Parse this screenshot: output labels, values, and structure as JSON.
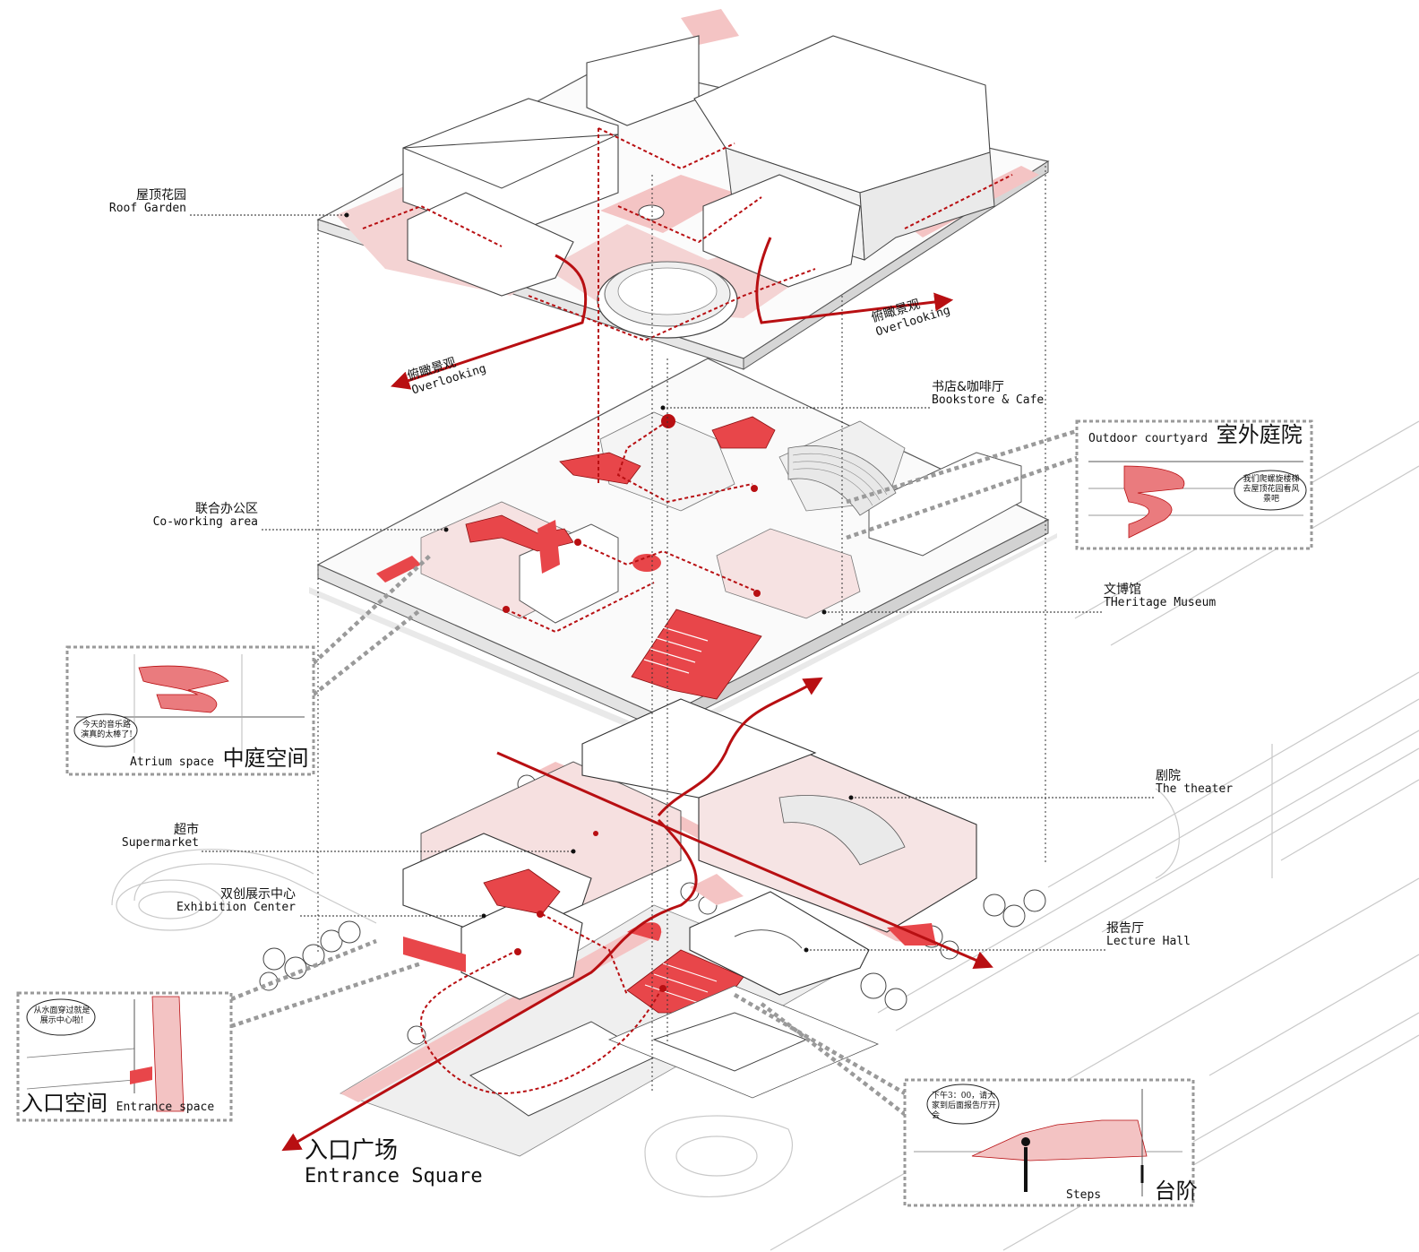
{
  "labels": {
    "roof_garden": {
      "cn": "屋顶花园",
      "en": "Roof Garden"
    },
    "overlooking_left": {
      "cn": "俯瞰景观",
      "en": "Overlooking"
    },
    "overlooking_right": {
      "cn": "俯瞰景观",
      "en": "Overlooking"
    },
    "bookstore": {
      "cn": "书店&咖啡厅",
      "en": "Bookstore & Cafe"
    },
    "coworking": {
      "cn": "联合办公区",
      "en": "Co-working area"
    },
    "heritage": {
      "cn": "文博馆",
      "en": "THeritage Museum"
    },
    "theater": {
      "cn": "剧院",
      "en": "The theater"
    },
    "supermarket": {
      "cn": "超市",
      "en": "Supermarket"
    },
    "exhibition": {
      "cn": "双创展示中心",
      "en": "Exhibition Center"
    },
    "lecture": {
      "cn": "报告厅",
      "en": "Lecture Hall"
    },
    "entrance_square": {
      "cn": "入口广场",
      "en": "Entrance Square"
    }
  },
  "vignettes": {
    "courtyard": {
      "en": "Outdoor courtyard",
      "cn": "室外庭院",
      "speech": "我们爬螺旋楼梯去屋顶花园看风景吧"
    },
    "atrium": {
      "en": "Atrium space",
      "cn": "中庭空间",
      "speech": "今天的音乐路演真的太棒了!"
    },
    "entrance": {
      "cn": "入口空间",
      "en": "Entrance space",
      "speech": "从水面穿过就是展示中心啦!"
    },
    "steps": {
      "en": "Steps",
      "cn": "台阶",
      "speech": "下午3：00，请大家到后面报告厅开会"
    }
  },
  "colors": {
    "accent": "#b80f12",
    "highlight": "#e8464a",
    "floor_tint": "#f4d3d3",
    "line": "#333333",
    "leader": "#555555"
  }
}
